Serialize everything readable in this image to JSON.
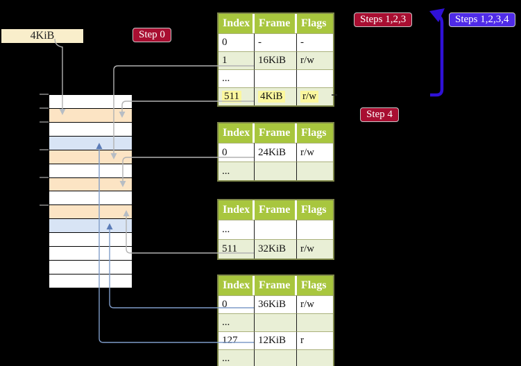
{
  "colors": {
    "background": "#000000",
    "table_header_bg": "#a8c63e",
    "table_row_shaded": "#e9efd6",
    "table_row_plain": "#ffffff",
    "highlight_yellow": "#fbf79e",
    "badge_red": "#a80e31",
    "badge_blue": "#4f2be8",
    "frame_box_bg": "#f9eecb",
    "memory_wheat": "#fce4c4",
    "memory_blue": "#d8e4f5",
    "connector_gray": "#b2b2b2",
    "connector_gray_head": "#b7bdc4",
    "connector_blue": "#7f9cc9",
    "connector_blue_head": "#5b7cb8",
    "loop_arrow_blue": "#2f11d6",
    "tick_gray": "#8c8c8c",
    "stub_dark": "#1f1f1f"
  },
  "frame_box": {
    "label": "4KiB"
  },
  "badges": {
    "step0": {
      "label": "Step 0"
    },
    "steps123": {
      "label": "Steps 1,2,3"
    },
    "steps1234": {
      "label": "Steps 1,2,3,4"
    },
    "step4": {
      "label": "Step 4"
    }
  },
  "tables": [
    {
      "headers": [
        "Index",
        "Frame",
        "Flags"
      ],
      "rows": [
        {
          "cells": [
            "0",
            "-",
            "-"
          ],
          "shaded": false,
          "highlighted": false
        },
        {
          "cells": [
            "1",
            "16KiB",
            "r/w"
          ],
          "shaded": true,
          "highlighted": false
        },
        {
          "cells": [
            "...",
            "",
            ""
          ],
          "shaded": false,
          "highlighted": false
        },
        {
          "cells": [
            "511",
            "4KiB",
            "r/w"
          ],
          "shaded": true,
          "highlighted": true
        }
      ]
    },
    {
      "headers": [
        "Index",
        "Frame",
        "Flags"
      ],
      "rows": [
        {
          "cells": [
            "0",
            "24KiB",
            "r/w"
          ],
          "shaded": false,
          "highlighted": false
        },
        {
          "cells": [
            "...",
            "",
            ""
          ],
          "shaded": true,
          "highlighted": false
        }
      ]
    },
    {
      "headers": [
        "Index",
        "Frame",
        "Flags"
      ],
      "rows": [
        {
          "cells": [
            "...",
            "",
            ""
          ],
          "shaded": false,
          "highlighted": false
        },
        {
          "cells": [
            "511",
            "32KiB",
            "r/w"
          ],
          "shaded": true,
          "highlighted": false
        }
      ]
    },
    {
      "headers": [
        "Index",
        "Frame",
        "Flags"
      ],
      "rows": [
        {
          "cells": [
            "0",
            "36KiB",
            "r/w"
          ],
          "shaded": false,
          "highlighted": false
        },
        {
          "cells": [
            "...",
            "",
            ""
          ],
          "shaded": true,
          "highlighted": false
        },
        {
          "cells": [
            "127",
            "12KiB",
            "r"
          ],
          "shaded": false,
          "highlighted": false
        },
        {
          "cells": [
            "...",
            "",
            ""
          ],
          "shaded": true,
          "highlighted": false
        }
      ]
    }
  ],
  "memory_strip": {
    "rows": [
      {
        "color": "#ffffff"
      },
      {
        "color": "#fce4c4"
      },
      {
        "color": "#ffffff"
      },
      {
        "color": "#d8e4f5"
      },
      {
        "color": "#fce4c4"
      },
      {
        "color": "#ffffff"
      },
      {
        "color": "#fce4c4"
      },
      {
        "color": "#ffffff"
      },
      {
        "color": "#fce4c4"
      },
      {
        "color": "#d8e4f5"
      },
      {
        "color": "#ffffff"
      },
      {
        "color": "#ffffff"
      },
      {
        "color": "#ffffff"
      },
      {
        "color": "#ffffff"
      }
    ]
  }
}
